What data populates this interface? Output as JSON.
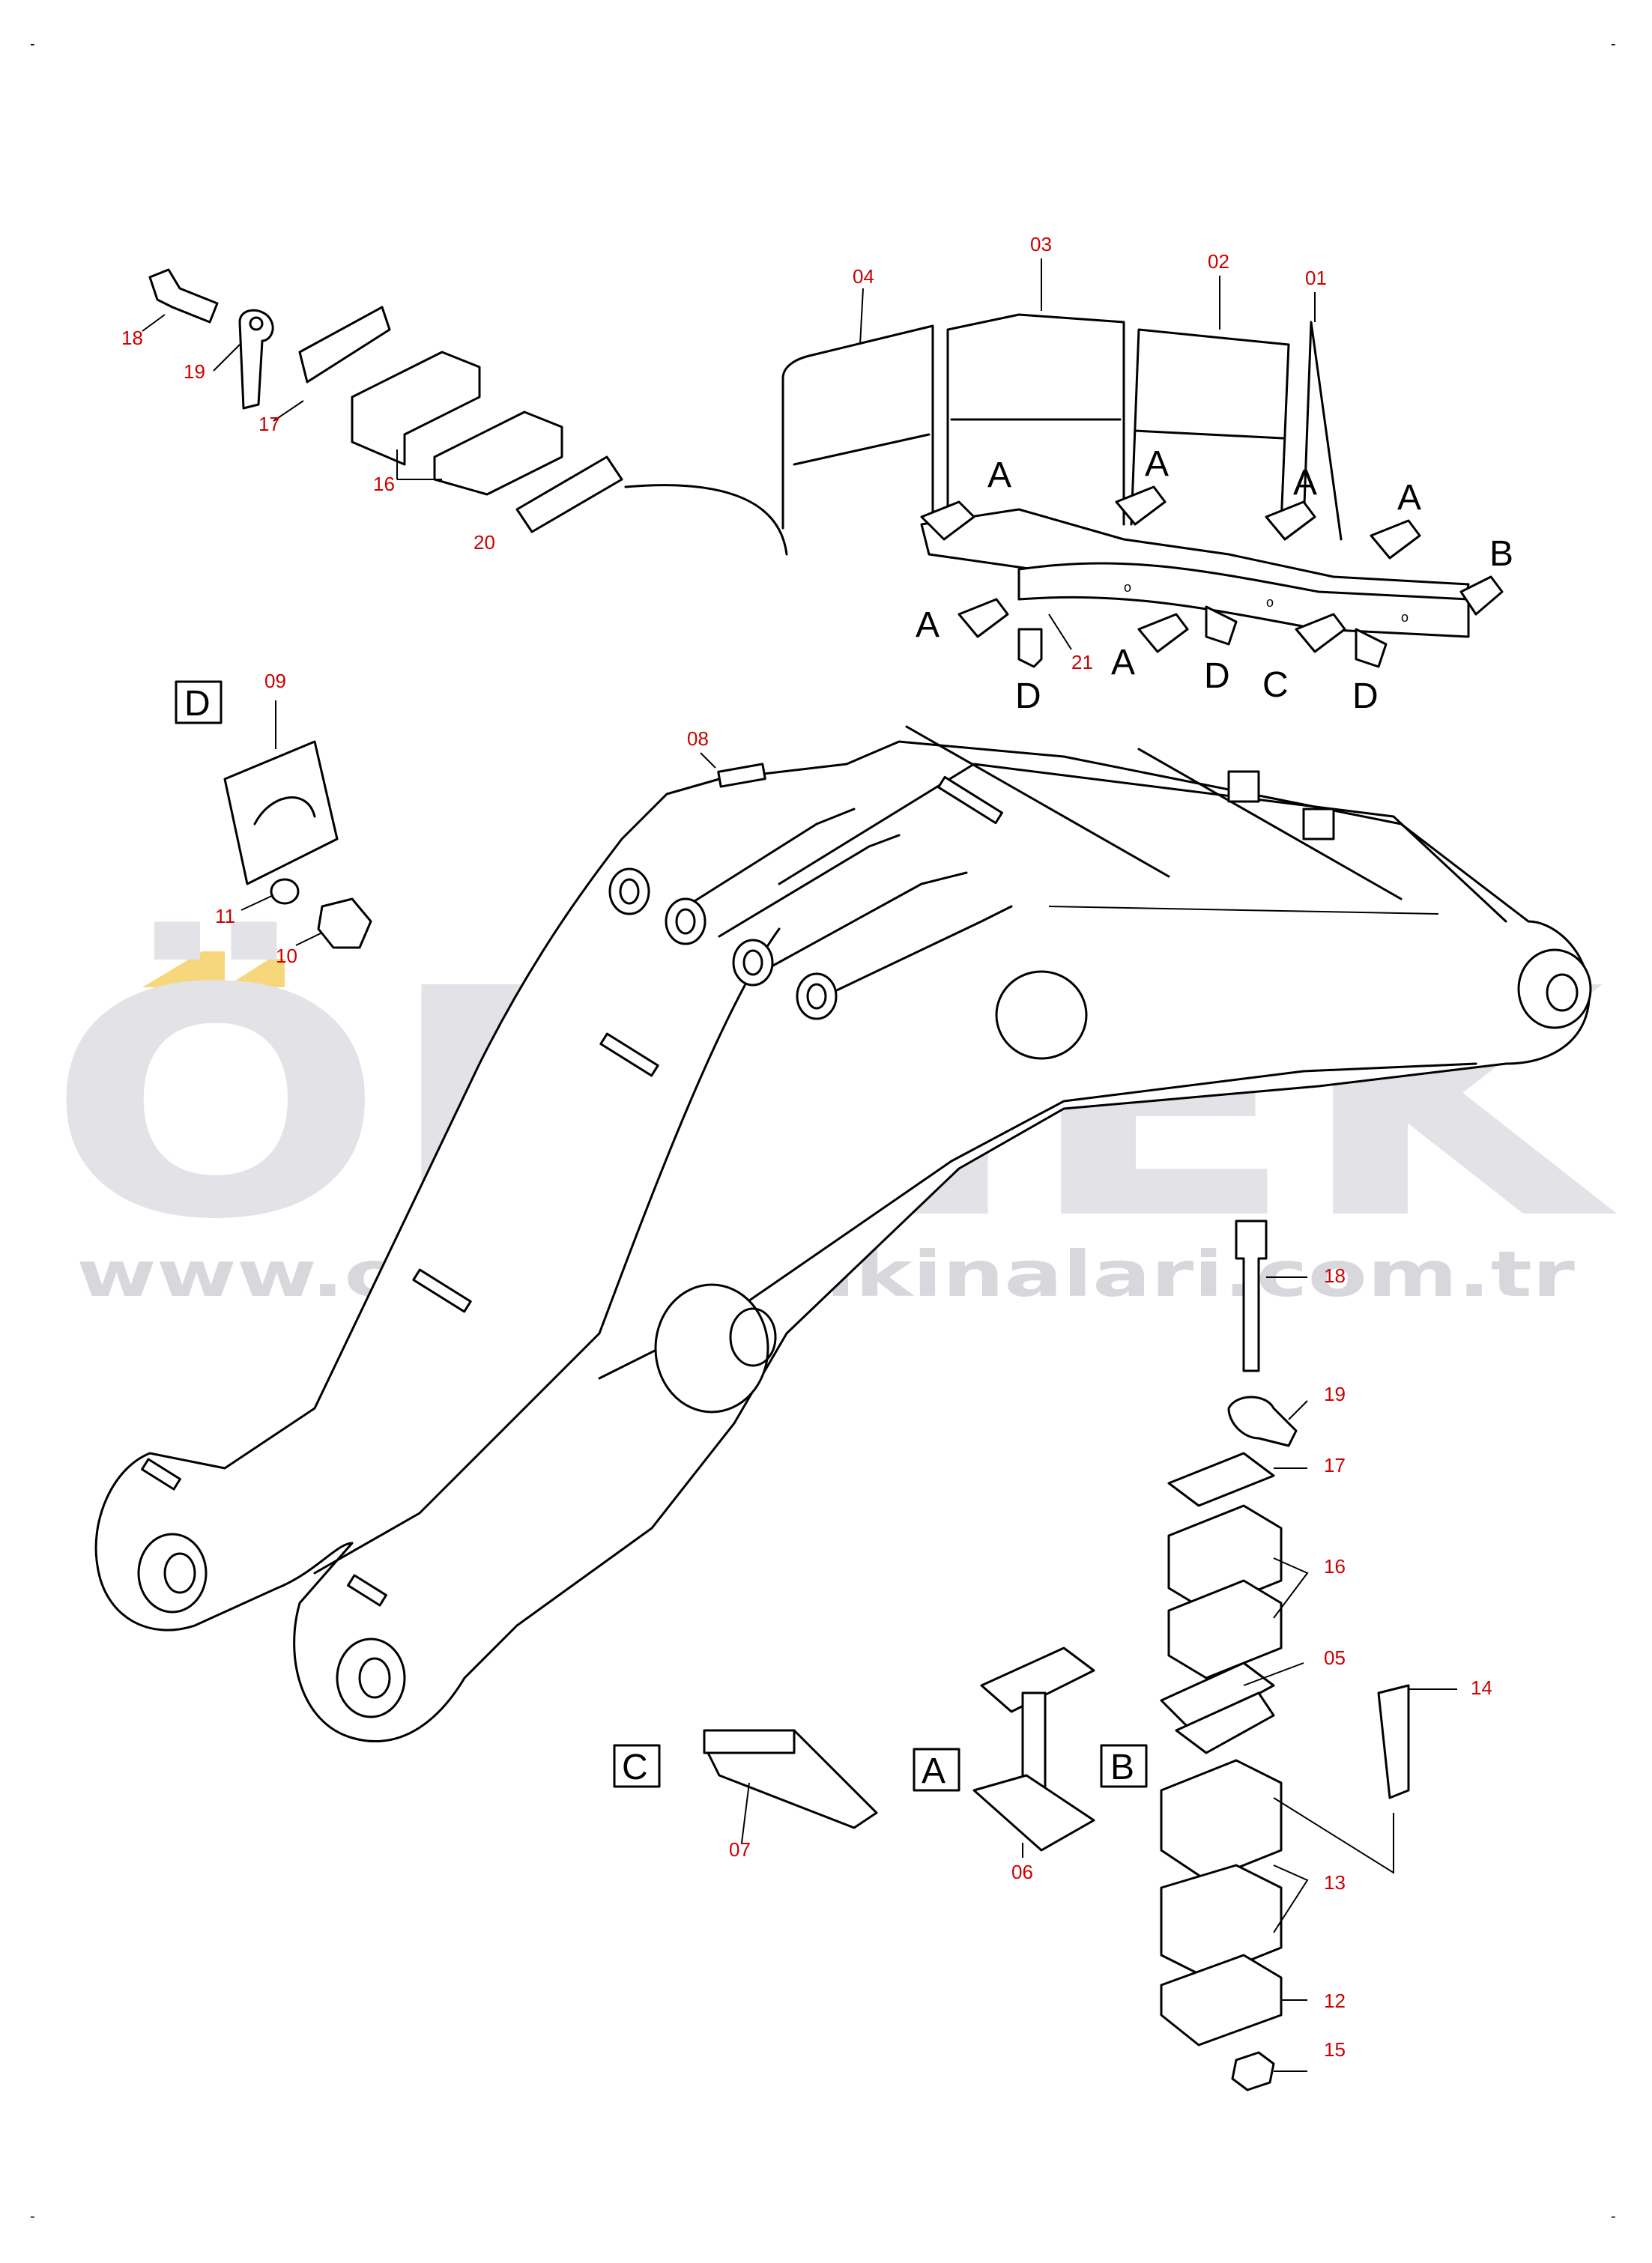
{
  "watermark": {
    "brand": "ÖRNEK",
    "url": "www.ornekismakinalari.com.tr",
    "brand_color": "#e3e2e7",
    "accent_color": "#f7d77c"
  },
  "view_markers": {
    "A": "A",
    "B": "B",
    "C": "C",
    "D": "D"
  },
  "part_numbers": {
    "p01": "01",
    "p02": "02",
    "p03": "03",
    "p04": "04",
    "p05": "05",
    "p06": "06",
    "p07": "07",
    "p08": "08",
    "p09": "09",
    "p10": "10",
    "p11": "11",
    "p12": "12",
    "p13": "13",
    "p14": "14",
    "p15": "15",
    "p16": "16",
    "p17": "17",
    "p18": "18",
    "p19": "19",
    "p20": "20",
    "p21": "21"
  },
  "colors": {
    "line": "#000000",
    "part_number": "#cc0000"
  }
}
